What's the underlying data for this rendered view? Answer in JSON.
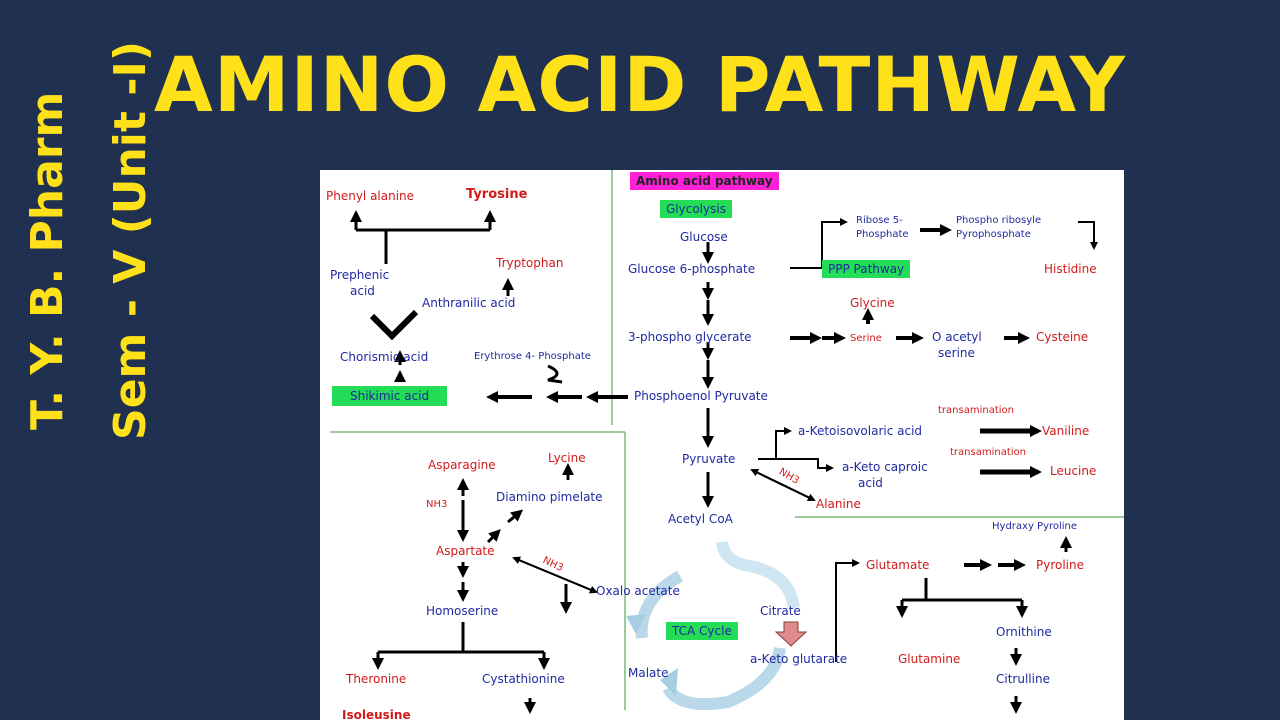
{
  "title": "AMINO ACID PATHWAY",
  "side": {
    "line1": "T. Y. B. Pharm",
    "line2": "Sem - V (Unit -I)"
  },
  "diagram": {
    "tag_main": "Amino acid pathway",
    "tag_glycolysis": "Glycolysis",
    "tag_ppp": "PPP Pathway",
    "tag_shikimic": "Shikimic  acid",
    "tag_tca": "TCA Cycle",
    "glucose": "Glucose",
    "g6p": "Glucose 6-phosphate",
    "ribose_1": "Ribose 5-",
    "ribose_2": "Phosphate",
    "prpp_1": "Phospho ribosyle",
    "prpp_2": "Pyrophosphate",
    "histidine": "Histidine",
    "glycine": "Glycine",
    "pg": "3-phospho glycerate",
    "serine": "Serine",
    "oacetyl_1": "O acetyl",
    "oacetyl_2": "serine",
    "cysteine": "Cysteine",
    "pep": "Phosphoenol Pyruvate",
    "erythrose": "Erythrose 4- Phosphate",
    "phenylalanine": "Phenyl alanine",
    "tyrosine": "Tyrosine",
    "prephenic_1": "Prephenic",
    "prephenic_2": "acid",
    "tryptophan": "Tryptophan",
    "anthranilic": "Anthranilic acid",
    "chorismic": "Chorismic acid",
    "pyruvate": "Pyruvate",
    "ketoisovaleric": "a-Ketoisovolaric acid",
    "transamination_1": "transamination",
    "valine": "Vaniline",
    "ketocaproic_1": "a-Keto caproic",
    "ketocaproic_2": "acid",
    "transamination_2": "transamination",
    "leucine": "Leucine",
    "nh3_alanine": "NH3",
    "alanine": "Alanine",
    "acetylcoa": "Acetyl CoA",
    "asparagine": "Asparagine",
    "lycine": "Lycine",
    "nh3_asp": "NH3",
    "diamino": "Diamino pimelate",
    "aspartate": "Aspartate",
    "nh3_oxalo": "NH3",
    "oxalo": "Oxalo acetate",
    "homoserine": "Homoserine",
    "theronine": "Theronine",
    "cystathionine": "Cystathionine",
    "isoleucine": "Isoleusine",
    "citrate": "Citrate",
    "ketoglutarate": "a-Keto glutarate",
    "malate": "Malate",
    "hydroxyproline": "Hydraxy Pyroline",
    "glutamate": "Glutamate",
    "proline": "Pyroline",
    "glutamine": "Glutamine",
    "ornithine": "Ornithine",
    "citrulline": "Citrulline"
  }
}
